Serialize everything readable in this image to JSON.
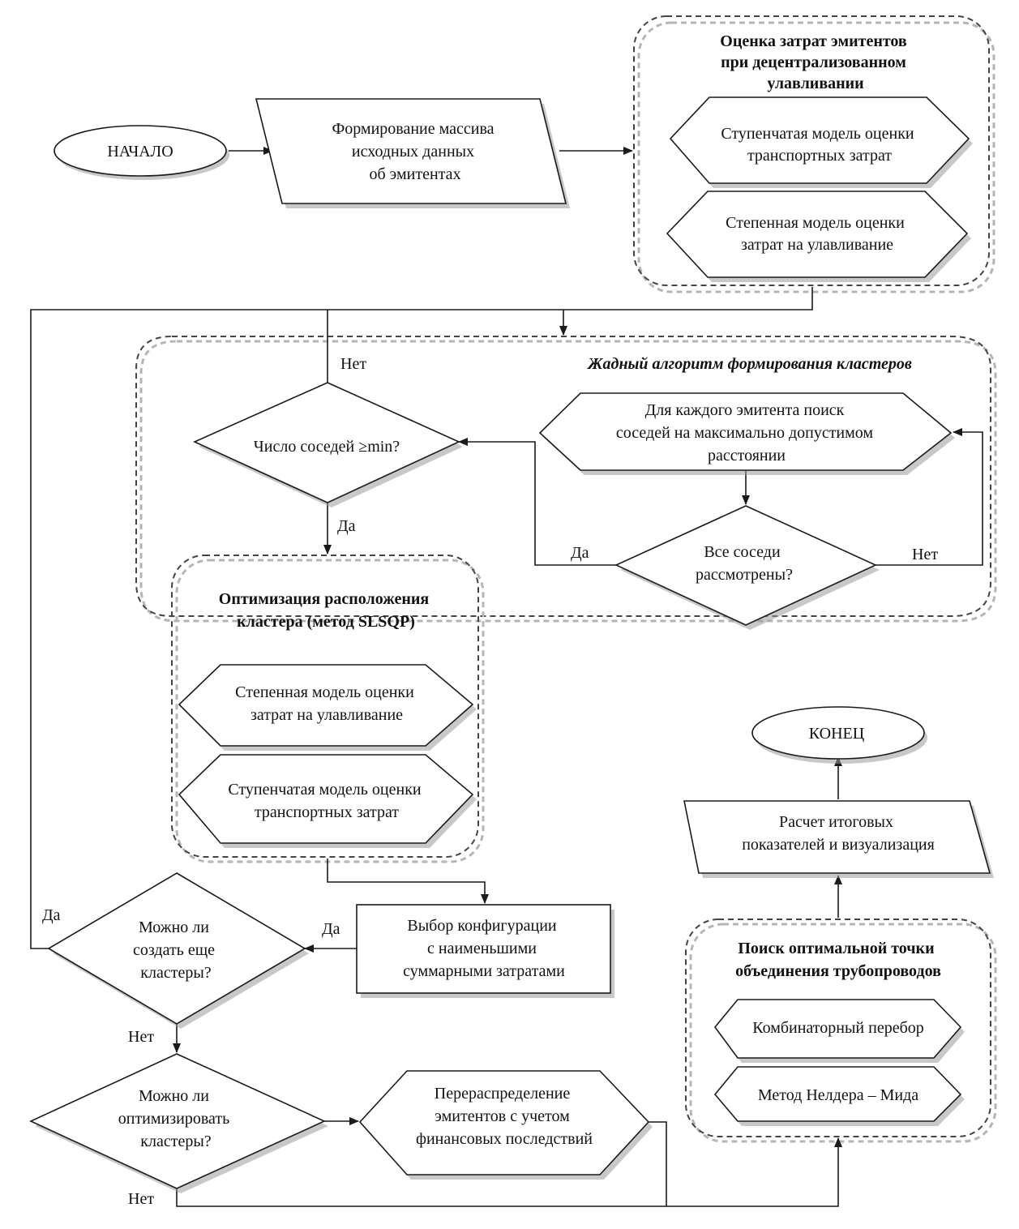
{
  "start": "НАЧАЛО",
  "end": "КОНЕЦ",
  "input_data": [
    "Формирование массива",
    "исходных данных",
    "об эмитентах"
  ],
  "decentralized_group": {
    "title": [
      "Оценка затрат эмитентов",
      "при децентрализованном",
      "улавливании"
    ],
    "step_model": [
      "Ступенчатая модель оценки",
      "транспортных затрат"
    ],
    "power_model": [
      "Степенная модель оценки",
      "затрат на улавливание"
    ]
  },
  "greedy_group": {
    "title": "Жадный алгоритм формирования кластеров",
    "search_neighbors": [
      "Для каждого эмитента поиск",
      "соседей на максимально допустимом",
      "расстоянии"
    ],
    "all_neighbors": [
      "Все соседи",
      "рассмотрены?"
    ],
    "neighbors_min": "Число соседей ≥min?"
  },
  "optimization_group": {
    "title": [
      "Оптимизация расположения",
      "кластера (метод SLSQP)"
    ],
    "power_model": [
      "Степенная модель оценки",
      "затрат на улавливание"
    ],
    "step_model": [
      "Ступенчатая модель оценки",
      "транспортных затрат"
    ]
  },
  "choose_config": [
    "Выбор конфигурации",
    "с наименьшими",
    "суммарными затратами"
  ],
  "more_clusters": [
    "Можно ли",
    "создать еще",
    "кластеры?"
  ],
  "optimize_clusters": [
    "Можно ли",
    "оптимизировать",
    "кластеры?"
  ],
  "redistribute": [
    "Перераспределение",
    "эмитентов с учетом",
    "финансовых последствий"
  ],
  "pipeline_group": {
    "title": [
      "Поиск оптимальной точки",
      "объединения трубопроводов"
    ],
    "combinatorial": "Комбинаторный перебор",
    "nelder_mead": "Метод Нелдера – Мида"
  },
  "final_calc": [
    "Расчет итоговых",
    "показателей и визуализация"
  ],
  "edge_labels": {
    "no_neighbors": "Нет",
    "yes_neighbors": "Да",
    "yes_all": "Да",
    "no_all": "Нет",
    "yes_config": "Да",
    "yes_more": "Да",
    "no_more": "Нет",
    "no_optimize": "Нет"
  }
}
